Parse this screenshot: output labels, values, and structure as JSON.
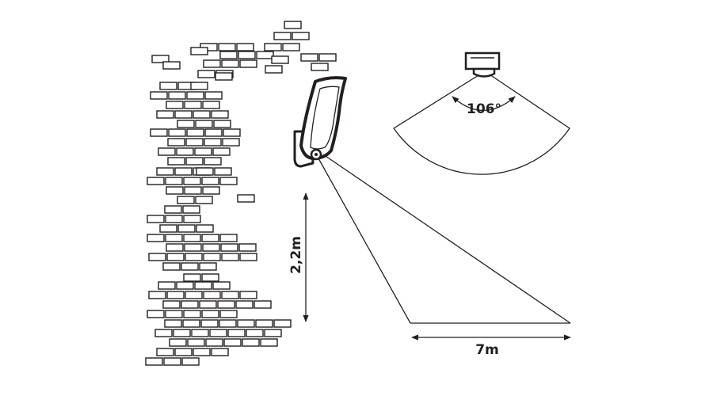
{
  "diagram": {
    "height_label": "2,2m",
    "range_label": "7m",
    "angle_label": "106°"
  },
  "colors": {
    "line": "#231f20",
    "fixture": "#3a3a3a",
    "background": "#ffffff"
  }
}
